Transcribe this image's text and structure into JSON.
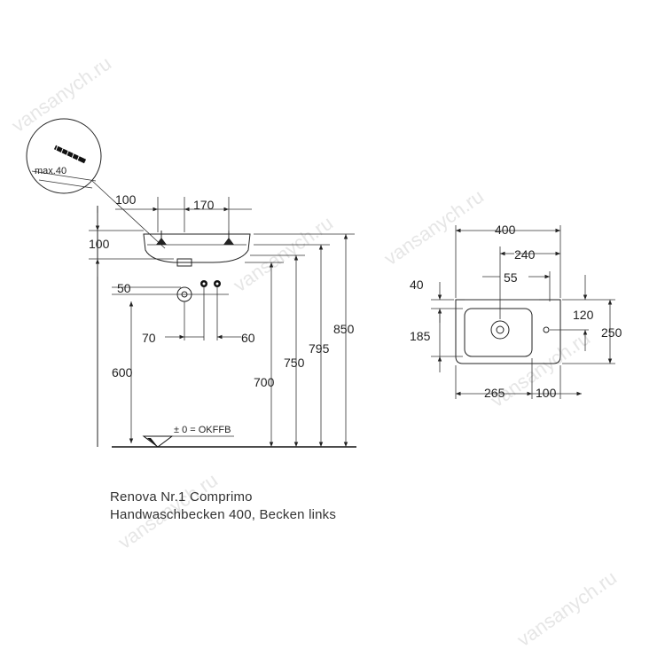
{
  "watermark": "vansanych.ru",
  "detail": {
    "label": "max.40"
  },
  "side_view": {
    "dims": {
      "top_left": "100",
      "top_right": "170",
      "height_left": "100",
      "drain": "50",
      "pipe_left": "70",
      "pipe_right": "60",
      "height_600": "600",
      "height_700": "700",
      "height_750": "750",
      "height_795": "795",
      "height_850": "850"
    },
    "floor_label": "± 0 = OKFFB"
  },
  "plan_view": {
    "dims": {
      "width": "400",
      "inner": "240",
      "hole_offset": "55",
      "edge": "40",
      "depth_inner": "185",
      "right_120": "120",
      "right_250": "250",
      "bottom_265": "265",
      "bottom_100": "100"
    }
  },
  "caption": {
    "line1": "Renova Nr.1 Comprimo",
    "line2": "Handwaschbecken 400, Becken links"
  }
}
